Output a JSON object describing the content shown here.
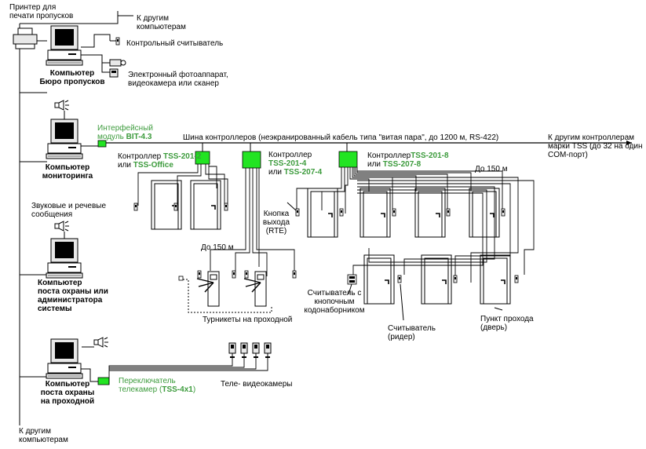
{
  "labels": {
    "printer": [
      "Принтер для",
      "печати пропусков"
    ],
    "to_other_computers_top": [
      "К другим",
      "компьютерам"
    ],
    "control_reader": "Контрольный считыватель",
    "camera_scanner": [
      "Электронный фотоаппарат,",
      "видеокамера или сканер"
    ],
    "pass_bureau_pc": [
      "Компьютер",
      "Бюро пропусков"
    ],
    "interface_module": [
      "Интерфейсный",
      "модуль"
    ],
    "interface_module_model": "BIT-4.3",
    "bus": "Шина контроллеров (неэкранированный кабель типа \"витая пара\", до 1200 м, RS-422)",
    "to_other_controllers": [
      "К другим контроллерам",
      "марки TSS (до 32 на один",
      "COM-порт)"
    ],
    "monitoring_pc": [
      "Компьютер",
      "мониторинга"
    ],
    "controller_prefix": "Контроллер",
    "or_prefix": "или",
    "controller1_model_a": "TSS-201-2",
    "controller1_model_b": "TSS-Office",
    "controller2_model_a": "TSS-201-4",
    "controller2_model_b": "TSS-207-4",
    "controller3_model_a": "TSS-201-8",
    "controller3_model_b": "TSS-207-8",
    "distance_right": "До 150 м",
    "distance_turnstile": "До 150 м",
    "sound_messages": [
      "Звуковые и речевые",
      "сообщения"
    ],
    "exit_button": [
      "Кнопка",
      "выхода",
      "(RTE)"
    ],
    "security_admin_pc": [
      "Компьютер",
      "поста охраны  или",
      "администратора",
      "системы"
    ],
    "keypad_reader": [
      "Считыватель с",
      "кнопочным",
      "кодонаборником"
    ],
    "turnstiles": "Турникеты на проходной",
    "reader": [
      "Считыватель",
      "(ридер)"
    ],
    "access_point": [
      "Пункт прохода",
      "(дверь)"
    ],
    "camera_switch": [
      "Переключатель",
      "телекамер"
    ],
    "camera_switch_model": "TSS-4x1",
    "tv_cameras": "Теле- видеокамеры",
    "checkpoint_pc": [
      "Компьютер",
      "поста охраны",
      "на проходной"
    ],
    "to_other_computers_bottom": [
      "К другим",
      "компьютерам"
    ]
  },
  "colors": {
    "line": "#000000",
    "accent_green": "#3c9b3c",
    "module_fill": "#22e422",
    "screen": "#000000",
    "device_fill": "#e8e8e8"
  }
}
